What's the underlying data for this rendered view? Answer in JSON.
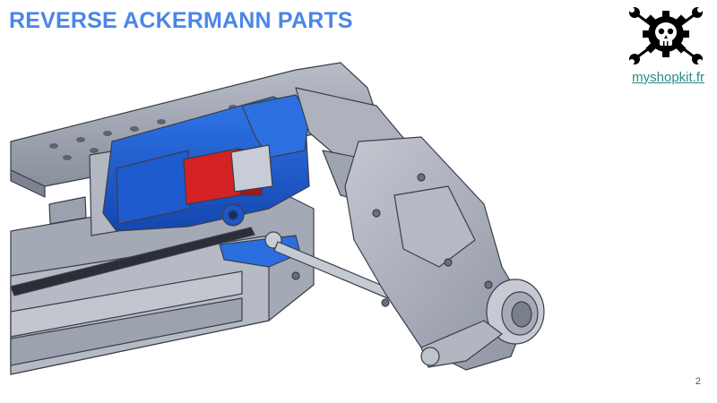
{
  "slide": {
    "title": "REVERSE ACKERMANN PARTS",
    "logo_text": "myshopkit.fr",
    "page_number": "2"
  },
  "image": {
    "subject": "CAD render of RC car front suspension and steering assembly",
    "colors": {
      "chassis": "#9aa0b0",
      "steering_parts": "#1f5fd4",
      "servo": "#d22020",
      "title": "#4a86e8",
      "logo_link": "#2a8a86"
    }
  }
}
